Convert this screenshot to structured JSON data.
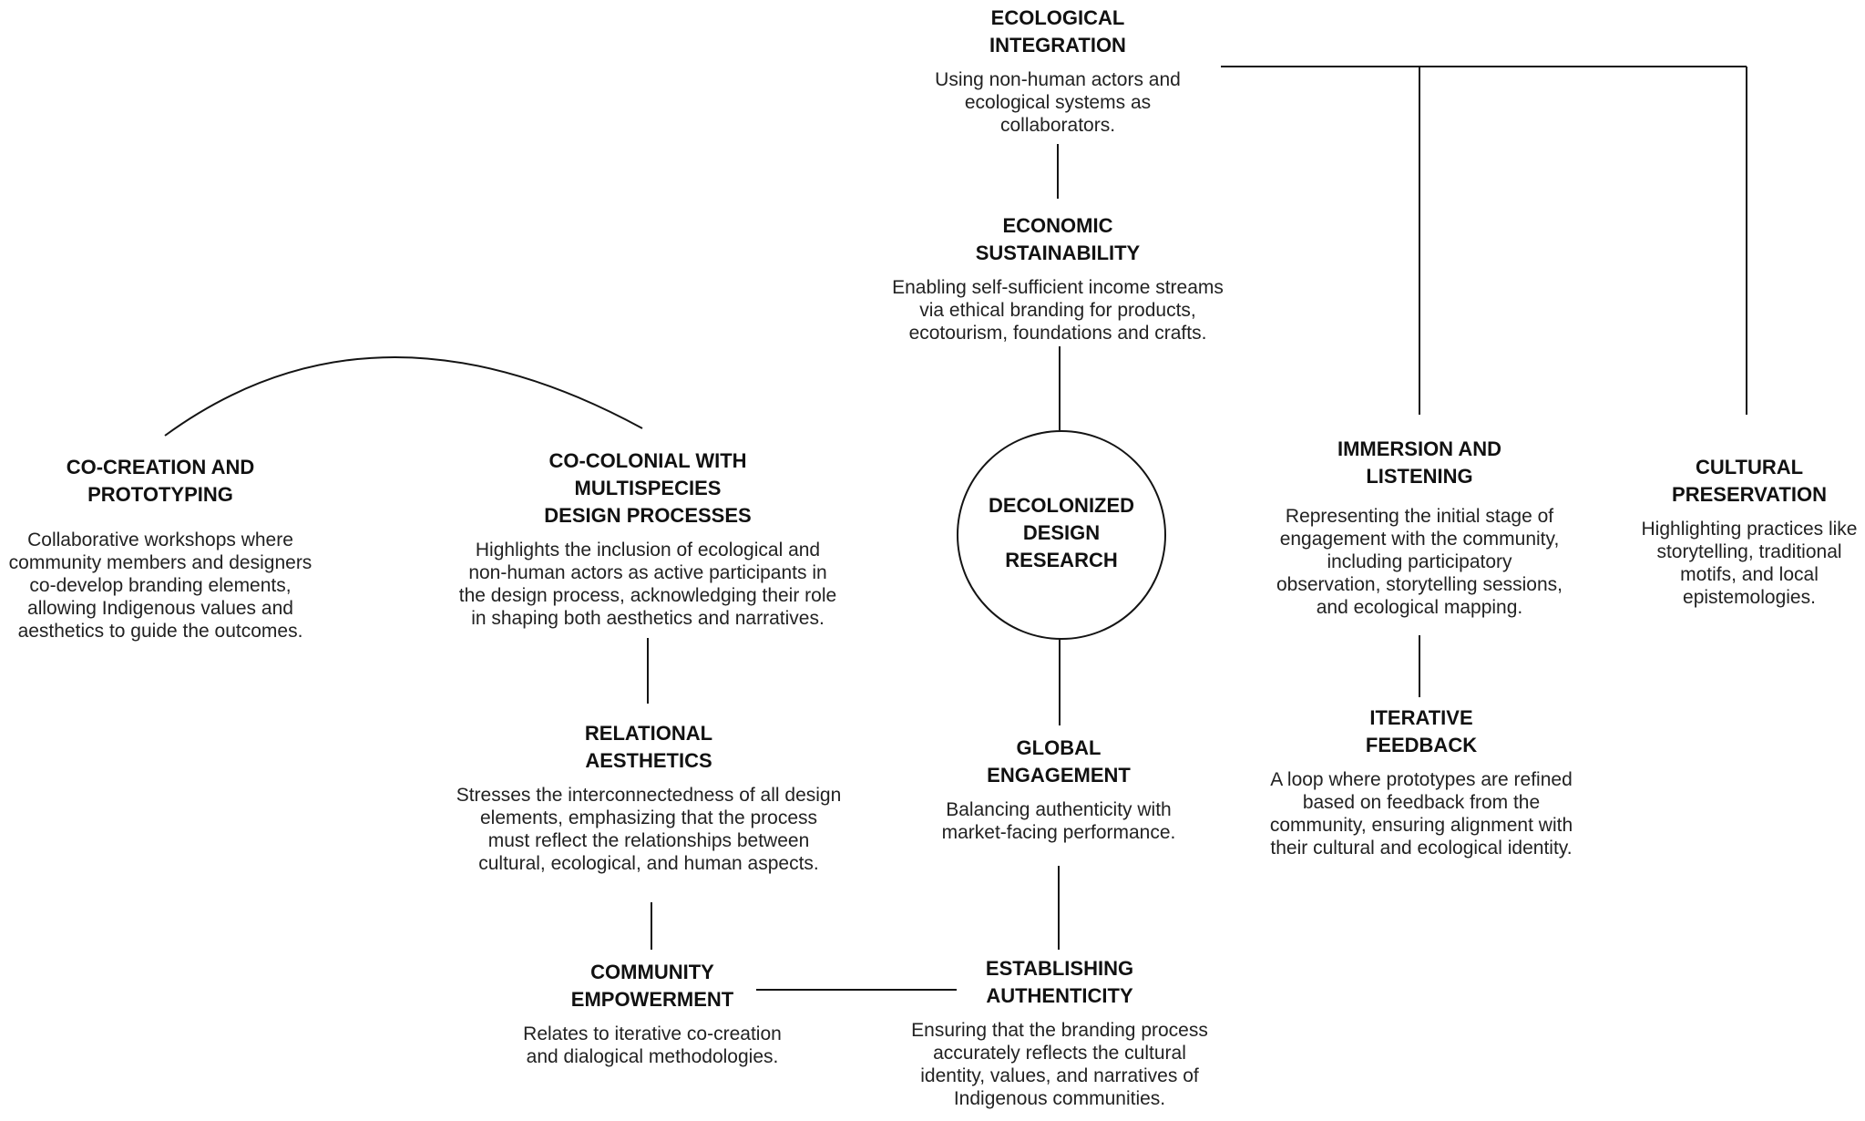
{
  "diagram": {
    "center": {
      "title": "DECOLONIZED\nDESIGN\nRESEARCH"
    },
    "nodes": {
      "ecological_integration": {
        "title": "ECOLOGICAL\nINTEGRATION",
        "body": "Using non-human actors and\necological systems as\ncollaborators."
      },
      "economic_sustainability": {
        "title": "ECONOMIC\nSUSTAINABILITY",
        "body": "Enabling self-sufficient income streams\nvia ethical branding for products,\necotourism, foundations and crafts."
      },
      "co_creation_and_prototyping": {
        "title": "CO-CREATION AND\nPROTOTYPING",
        "body": "Collaborative workshops where\ncommunity members and designers\nco-develop branding elements,\nallowing Indigenous values and\naesthetics to guide the outcomes."
      },
      "co_colonial_with_multispecies_design_processes": {
        "title": "CO-COLONIAL WITH\nMULTISPECIES\nDESIGN PROCESSES",
        "body": "Highlights the inclusion of ecological and\nnon-human actors as active participants in\nthe design process, acknowledging their role\nin shaping both aesthetics and narratives."
      },
      "relational_aesthetics": {
        "title": "RELATIONAL\nAESTHETICS",
        "body": "Stresses the interconnectedness of all design\nelements, emphasizing that the process\nmust reflect the relationships between\ncultural, ecological, and human aspects."
      },
      "community_empowerment": {
        "title": "COMMUNITY\nEMPOWERMENT",
        "body": "Relates to iterative co-creation\nand dialogical methodologies."
      },
      "global_engagement": {
        "title": "GLOBAL\nENGAGEMENT",
        "body": "Balancing authenticity with\nmarket-facing performance."
      },
      "establishing_authenticity": {
        "title": "ESTABLISHING\nAUTHENTICITY",
        "body": "Ensuring that the branding process\naccurately reflects the cultural\nidentity, values, and narratives of\nIndigenous communities."
      },
      "immersion_and_listening": {
        "title": "IMMERSION AND\nLISTENING",
        "body": "Representing the initial stage of\nengagement with the community,\nincluding participatory\nobservation, storytelling sessions,\nand ecological mapping."
      },
      "iterative_feedback": {
        "title": "ITERATIVE\nFEEDBACK",
        "body": "A loop where prototypes are refined\nbased on feedback from the\ncommunity, ensuring alignment with\ntheir cultural and ecological identity."
      },
      "cultural_preservation": {
        "title": "CULTURAL\nPRESERVATION",
        "body": "Highlighting practices like\nstorytelling, traditional\nmotifs, and local\nepistemologies."
      }
    },
    "connections": [
      {
        "from": "ecological_integration",
        "to": "economic_sustainability"
      },
      {
        "from": "economic_sustainability",
        "to": "decolonized_design_research"
      },
      {
        "from": "decolonized_design_research",
        "to": "global_engagement"
      },
      {
        "from": "global_engagement",
        "to": "establishing_authenticity"
      },
      {
        "from": "community_empowerment",
        "to": "establishing_authenticity"
      },
      {
        "from": "relational_aesthetics",
        "to": "community_empowerment"
      },
      {
        "from": "co_colonial_with_multispecies_design_processes",
        "to": "relational_aesthetics"
      },
      {
        "from": "co_creation_and_prototyping",
        "to": "co_colonial_with_multispecies_design_processes"
      },
      {
        "from": "ecological_integration",
        "to": "immersion_and_listening"
      },
      {
        "from": "ecological_integration",
        "to": "cultural_preservation"
      },
      {
        "from": "immersion_and_listening",
        "to": "iterative_feedback"
      }
    ],
    "line_color": "#141414",
    "background_color": "#ffffff"
  }
}
